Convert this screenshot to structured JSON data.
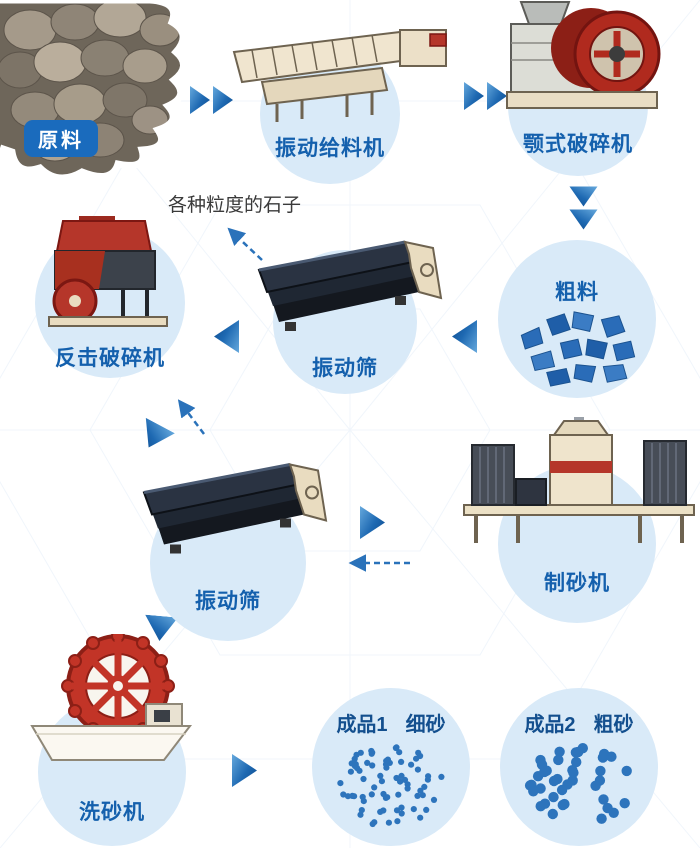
{
  "colors": {
    "accent_blue": "#1a6bbd",
    "label_blue": "#1460ad",
    "arrow_blue": "#1e69b2",
    "circle_fill": "#d9eaf8",
    "machine_red": "#b5362a",
    "dark_machine": "#232a36",
    "cream_machine": "#efe4cc",
    "rock_blue": "#2a6cb8"
  },
  "raw_material": {
    "label": "原料"
  },
  "annotation": {
    "stones_text": "各种粒度的石子"
  },
  "nodes": {
    "feeder": {
      "label": "振动给料机"
    },
    "jaw_crusher": {
      "label": "颚式破碎机"
    },
    "coarse_material": {
      "label": "粗料"
    },
    "screen_upper": {
      "label": "振动筛"
    },
    "impact_crusher": {
      "label": "反击破碎机"
    },
    "screen_lower": {
      "label": "振动筛"
    },
    "sand_maker": {
      "label": "制砂机"
    },
    "sand_washer": {
      "label": "洗砂机"
    },
    "product_fine": {
      "name": "成品1",
      "type": "细砂"
    },
    "product_coarse": {
      "name": "成品2",
      "type": "粗砂"
    }
  },
  "edges": [
    {
      "from": "原料",
      "to": "振动给料机",
      "style": "solid"
    },
    {
      "from": "振动给料机",
      "to": "颚式破碎机",
      "style": "solid"
    },
    {
      "from": "颚式破碎机",
      "to": "粗料",
      "style": "solid"
    },
    {
      "from": "粗料",
      "to": "振动筛",
      "style": "solid"
    },
    {
      "from": "振动筛",
      "to": "反击破碎机",
      "style": "solid"
    },
    {
      "from": "振动筛",
      "to": "各种粒度的石子",
      "style": "dashed"
    },
    {
      "from": "反击破碎机",
      "to": "振动筛(下)",
      "style": "solid"
    },
    {
      "from": "振动筛(下)",
      "to": "反击破碎机",
      "style": "dashed"
    },
    {
      "from": "振动筛(下)",
      "to": "制砂机",
      "style": "solid"
    },
    {
      "from": "制砂机",
      "to": "振动筛(下)",
      "style": "dashed"
    },
    {
      "from": "振动筛(下)",
      "to": "洗砂机",
      "style": "solid"
    },
    {
      "from": "洗砂机",
      "to": "成品1 细砂",
      "style": "solid"
    }
  ]
}
